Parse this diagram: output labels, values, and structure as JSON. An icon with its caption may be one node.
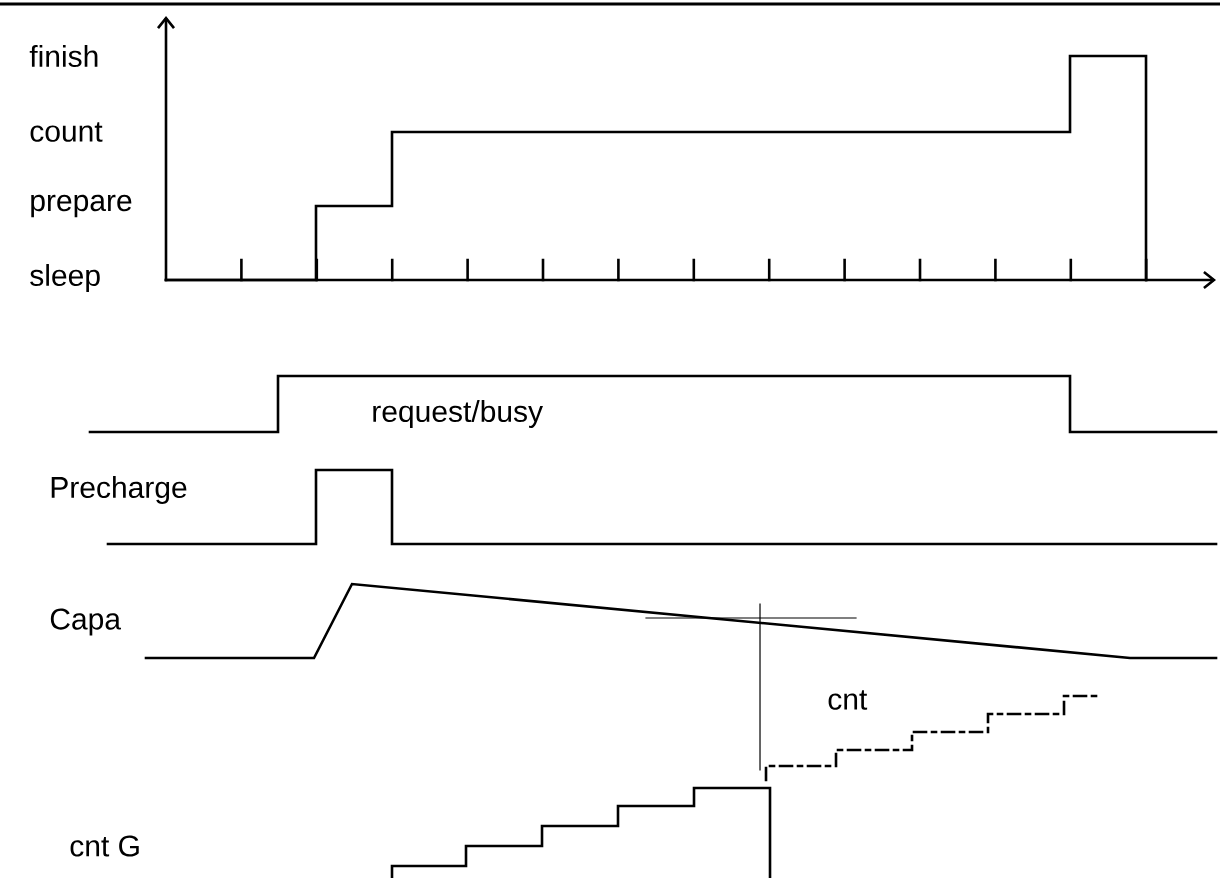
{
  "diagram": {
    "labels": [
      "finish",
      "count",
      "prepare",
      "sleep",
      "request/busy",
      "Precharge",
      "Capa",
      "cnt",
      "cnt G"
    ]
  }
}
